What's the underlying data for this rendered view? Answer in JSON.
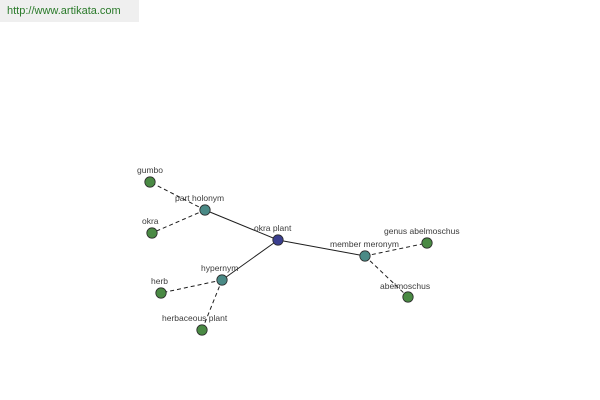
{
  "banner": {
    "url_text": "http://www.artikata.com"
  },
  "colors": {
    "center_node": "#3b3f8f",
    "relation_node": "#4a8a86",
    "leaf_node": "#4a8a44",
    "banner_text": "#2a7a2a",
    "banner_bg": "#efefef"
  },
  "graph": {
    "nodes": [
      {
        "id": "okra_plant",
        "label": "okra plant",
        "kind": "center"
      },
      {
        "id": "part_holonym",
        "label": "part holonym",
        "kind": "relation"
      },
      {
        "id": "hypernym",
        "label": "hypernym",
        "kind": "relation"
      },
      {
        "id": "member_meronym",
        "label": "member meronym",
        "kind": "relation"
      },
      {
        "id": "gumbo",
        "label": "gumbo",
        "kind": "leaf"
      },
      {
        "id": "okra",
        "label": "okra",
        "kind": "leaf"
      },
      {
        "id": "herb",
        "label": "herb",
        "kind": "leaf"
      },
      {
        "id": "herbaceous_plant",
        "label": "herbaceous plant",
        "kind": "leaf"
      },
      {
        "id": "genus_abelmoschus",
        "label": "genus abelmoschus",
        "kind": "leaf"
      },
      {
        "id": "abelmoschus",
        "label": "abelmoschus",
        "kind": "leaf"
      }
    ],
    "edges": [
      {
        "from": "okra_plant",
        "to": "part_holonym",
        "style": "solid"
      },
      {
        "from": "okra_plant",
        "to": "hypernym",
        "style": "solid"
      },
      {
        "from": "okra_plant",
        "to": "member_meronym",
        "style": "solid"
      },
      {
        "from": "part_holonym",
        "to": "gumbo",
        "style": "dashed"
      },
      {
        "from": "part_holonym",
        "to": "okra",
        "style": "dashed"
      },
      {
        "from": "hypernym",
        "to": "herb",
        "style": "dashed"
      },
      {
        "from": "hypernym",
        "to": "herbaceous_plant",
        "style": "dashed"
      },
      {
        "from": "member_meronym",
        "to": "genus_abelmoschus",
        "style": "dashed"
      },
      {
        "from": "member_meronym",
        "to": "abelmoschus",
        "style": "dashed"
      }
    ]
  }
}
